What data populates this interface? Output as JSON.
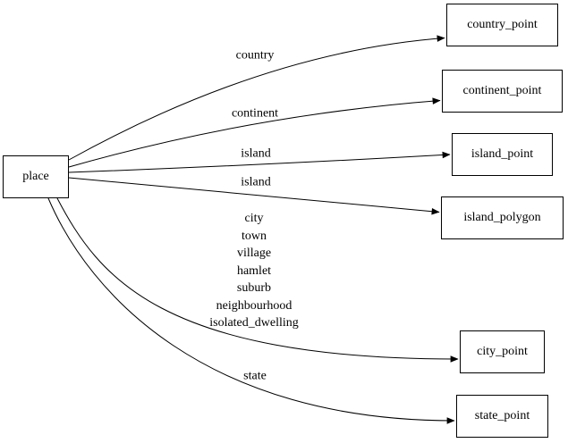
{
  "diagram": {
    "colors": {
      "background": "#ffffff",
      "stroke": "#000000",
      "text": "#000000"
    },
    "source": {
      "label": "place"
    },
    "nodes": [
      {
        "label": "country_point"
      },
      {
        "label": "continent_point"
      },
      {
        "label": "island_point"
      },
      {
        "label": "island_polygon"
      },
      {
        "label": "city_point"
      },
      {
        "label": "state_point"
      }
    ],
    "edges": [
      {
        "from": "place",
        "to": "country_point",
        "label": "country"
      },
      {
        "from": "place",
        "to": "continent_point",
        "label": "continent"
      },
      {
        "from": "place",
        "to": "island_point",
        "label": "island"
      },
      {
        "from": "place",
        "to": "island_polygon",
        "label": "island"
      },
      {
        "from": "place",
        "to": "city_point",
        "label": "city\ntown\nvillage\nhamlet\nsuburb\nneighbourhood\nisolated_dwelling"
      },
      {
        "from": "place",
        "to": "state_point",
        "label": "state"
      }
    ]
  }
}
